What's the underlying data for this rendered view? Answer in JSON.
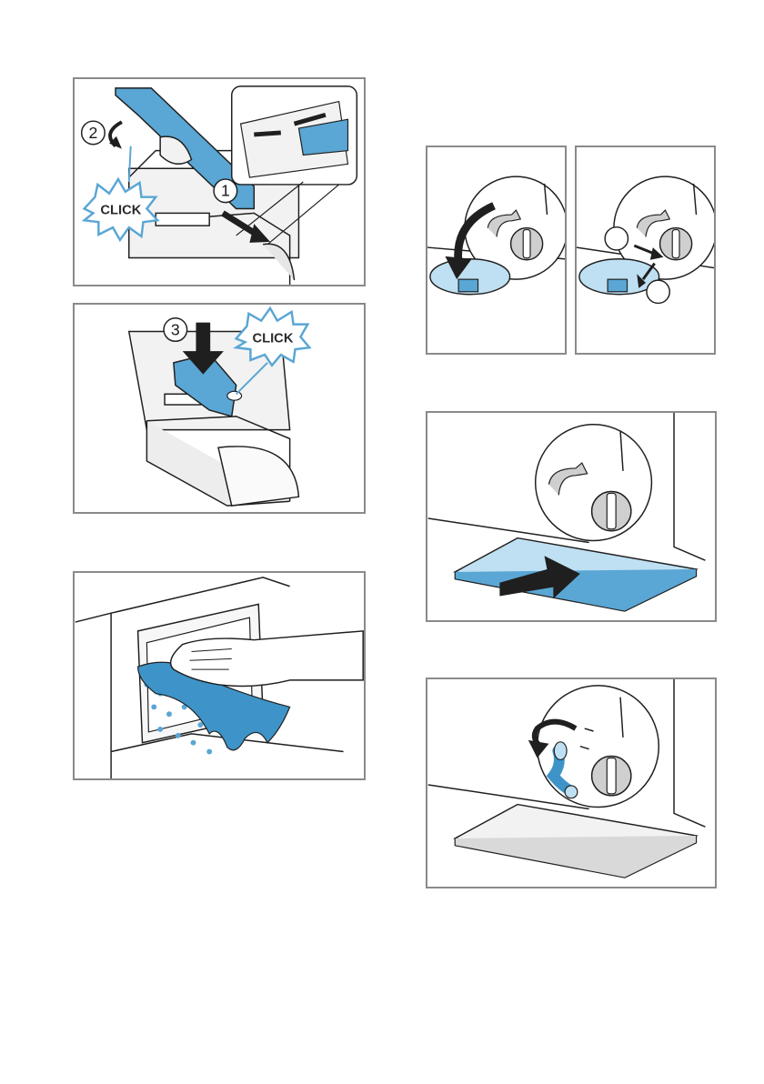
{
  "page": {
    "colors": {
      "accent_blue": "#5aa6d4",
      "light_blue": "#bfe0f2",
      "frame_gray": "#8a8a8a",
      "line_dark": "#1f1f1f",
      "part_gray": "#ededed"
    }
  },
  "panels": {
    "dispenser_insert": {
      "step_1": "1",
      "step_2": "2",
      "click_label": "CLICK"
    },
    "dispenser_press": {
      "step_3": "3",
      "click_label": "CLICK"
    }
  }
}
